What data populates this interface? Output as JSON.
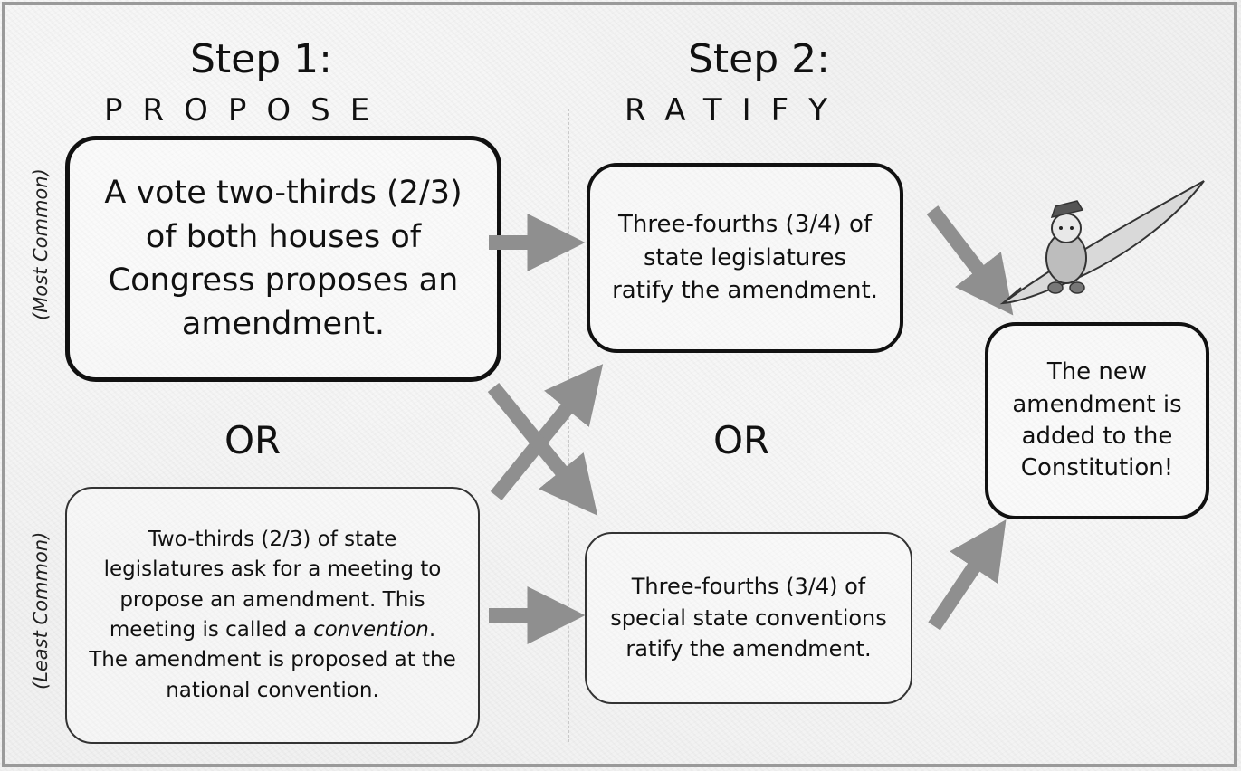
{
  "step1": {
    "title": "Step 1:",
    "subtitle": "PROPOSE"
  },
  "step2": {
    "title": "Step 2:",
    "subtitle": "RATIFY"
  },
  "labels": {
    "most_common": "(Most Common)",
    "least_common": "(Least Common)",
    "or_left": "OR",
    "or_right": "OR"
  },
  "boxes": {
    "propose_congress": "A vote two-thirds (2/3) of both houses of Congress proposes an amendment.",
    "propose_convention_a": "Two-thirds (2/3) of state legislatures ask for a meeting to propose an amendment. This meeting is called a ",
    "propose_convention_em": "convention",
    "propose_convention_b": ". The amendment is proposed at the national convention.",
    "ratify_legislatures": "Three-fourths (3/4) of state legislatures ratify the amendment.",
    "ratify_conventions": "Three-fourths (3/4) of special state conventions ratify the amendment.",
    "result": "The new amendment is added to the Constitution!"
  },
  "icons": {
    "illustration": "quill-pen-mascot-icon",
    "arrow": "gray-arrow-icon"
  },
  "colors": {
    "arrow": "#8f8f8f",
    "border": "#111111",
    "background": "#f1f1f1"
  }
}
